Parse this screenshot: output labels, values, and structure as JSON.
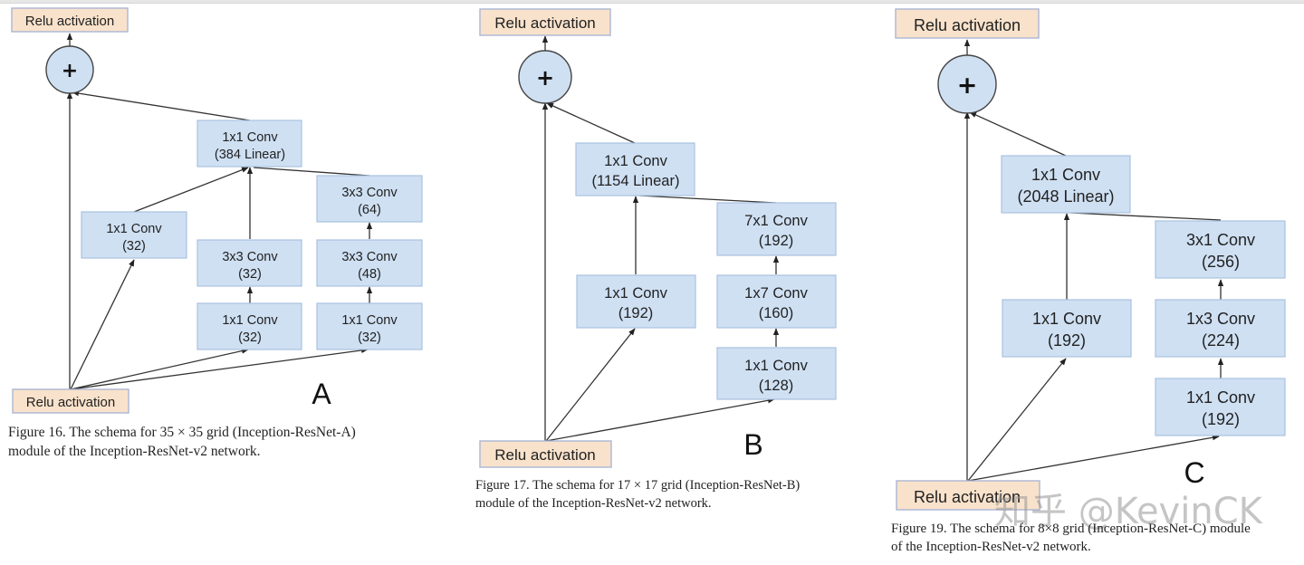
{
  "figures": [
    {
      "letter": "A",
      "caption_line1": "Figure 16. The schema for 35 × 35 grid (Inception-ResNet-A)",
      "caption_line2": "module of the Inception-ResNet-v2 network.",
      "output_label": "Relu activation",
      "input_label": "Relu activation",
      "sum_symbol": "+",
      "merge": {
        "line1": "1x1 Conv",
        "line2": "(384 Linear)"
      },
      "branches": [
        [
          {
            "line1": "1x1 Conv",
            "line2": "(32)"
          }
        ],
        [
          {
            "line1": "1x1 Conv",
            "line2": "(32)"
          },
          {
            "line1": "3x3 Conv",
            "line2": "(32)"
          }
        ],
        [
          {
            "line1": "1x1 Conv",
            "line2": "(32)"
          },
          {
            "line1": "3x3 Conv",
            "line2": "(48)"
          },
          {
            "line1": "3x3 Conv",
            "line2": "(64)"
          }
        ]
      ]
    },
    {
      "letter": "B",
      "caption_line1": "Figure 17. The schema for 17 × 17 grid (Inception-ResNet-B)",
      "caption_line2": "module of the Inception-ResNet-v2 network.",
      "output_label": "Relu activation",
      "input_label": "Relu activation",
      "sum_symbol": "+",
      "merge": {
        "line1": "1x1 Conv",
        "line2": "(1154 Linear)"
      },
      "branches": [
        [
          {
            "line1": "1x1 Conv",
            "line2": "(192)"
          }
        ],
        [
          {
            "line1": "1x1 Conv",
            "line2": "(128)"
          },
          {
            "line1": "1x7 Conv",
            "line2": "(160)"
          },
          {
            "line1": "7x1 Conv",
            "line2": "(192)"
          }
        ]
      ]
    },
    {
      "letter": "C",
      "caption_line1": "Figure 19. The schema for 8×8 grid (Inception-ResNet-C) module",
      "caption_line2": "of the Inception-ResNet-v2 network.",
      "output_label": "Relu activation",
      "input_label": "Relu activation",
      "sum_symbol": "+",
      "merge": {
        "line1": "1x1 Conv",
        "line2": "(2048 Linear)"
      },
      "branches": [
        [
          {
            "line1": "1x1 Conv",
            "line2": "(192)"
          }
        ],
        [
          {
            "line1": "1x1 Conv",
            "line2": "(192)"
          },
          {
            "line1": "1x3 Conv",
            "line2": "(224)"
          },
          {
            "line1": "3x1 Conv",
            "line2": "(256)"
          }
        ]
      ]
    }
  ],
  "watermark": "知乎 @KevinCK"
}
